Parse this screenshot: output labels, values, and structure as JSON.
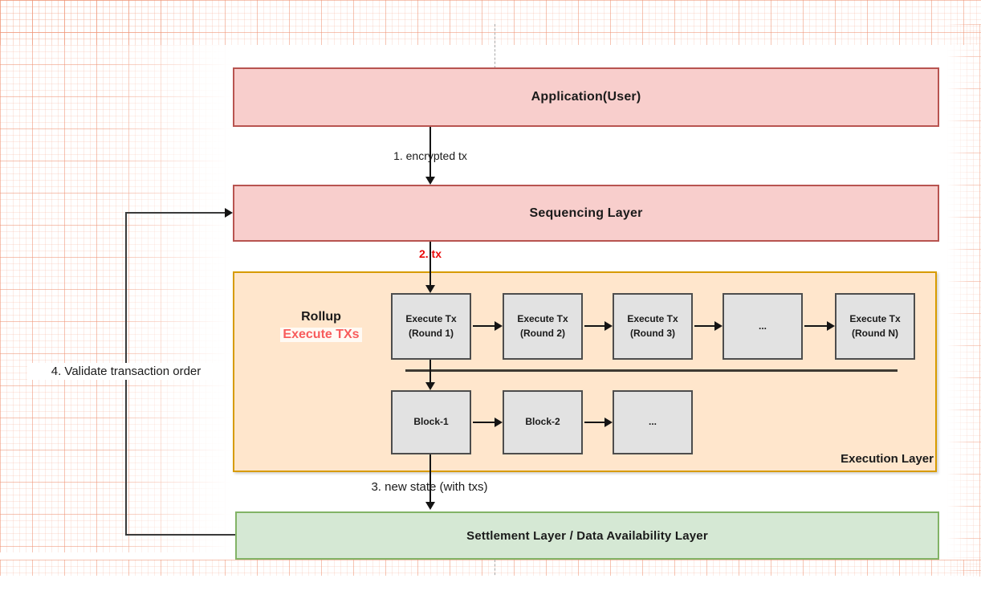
{
  "colors": {
    "pink_fill": "#f8cecc",
    "pink_border": "#b85450",
    "orange_fill": "#ffe6cc",
    "orange_border": "#d79b00",
    "green_fill": "#d5e8d4",
    "green_border": "#82b366",
    "gray_fill": "#e2e2e2",
    "gray_border": "#4d4d4d",
    "red_label": "#ea0a0a",
    "rollup_red": "#f85c5c",
    "line": "#141414"
  },
  "layers": {
    "application": "Application(User)",
    "sequencing": "Sequencing Layer",
    "execution": "Execution Layer",
    "settlement": "Settlement Layer / Data Availability Layer"
  },
  "rollup": {
    "title": "Rollup",
    "subtitle": "Execute TXs"
  },
  "execute_row": [
    "Execute Tx\n(Round 1)",
    "Execute Tx\n(Round 2)",
    "Execute Tx\n(Round 3)",
    "...",
    "Execute Tx\n(Round N)"
  ],
  "block_row": [
    "Block-1",
    "Block-2",
    "..."
  ],
  "edge_labels": {
    "step1": "1. encrypted tx",
    "step2": "2. tx",
    "step3": "3. new state (with txs)",
    "step4": "4. Validate transaction order"
  }
}
